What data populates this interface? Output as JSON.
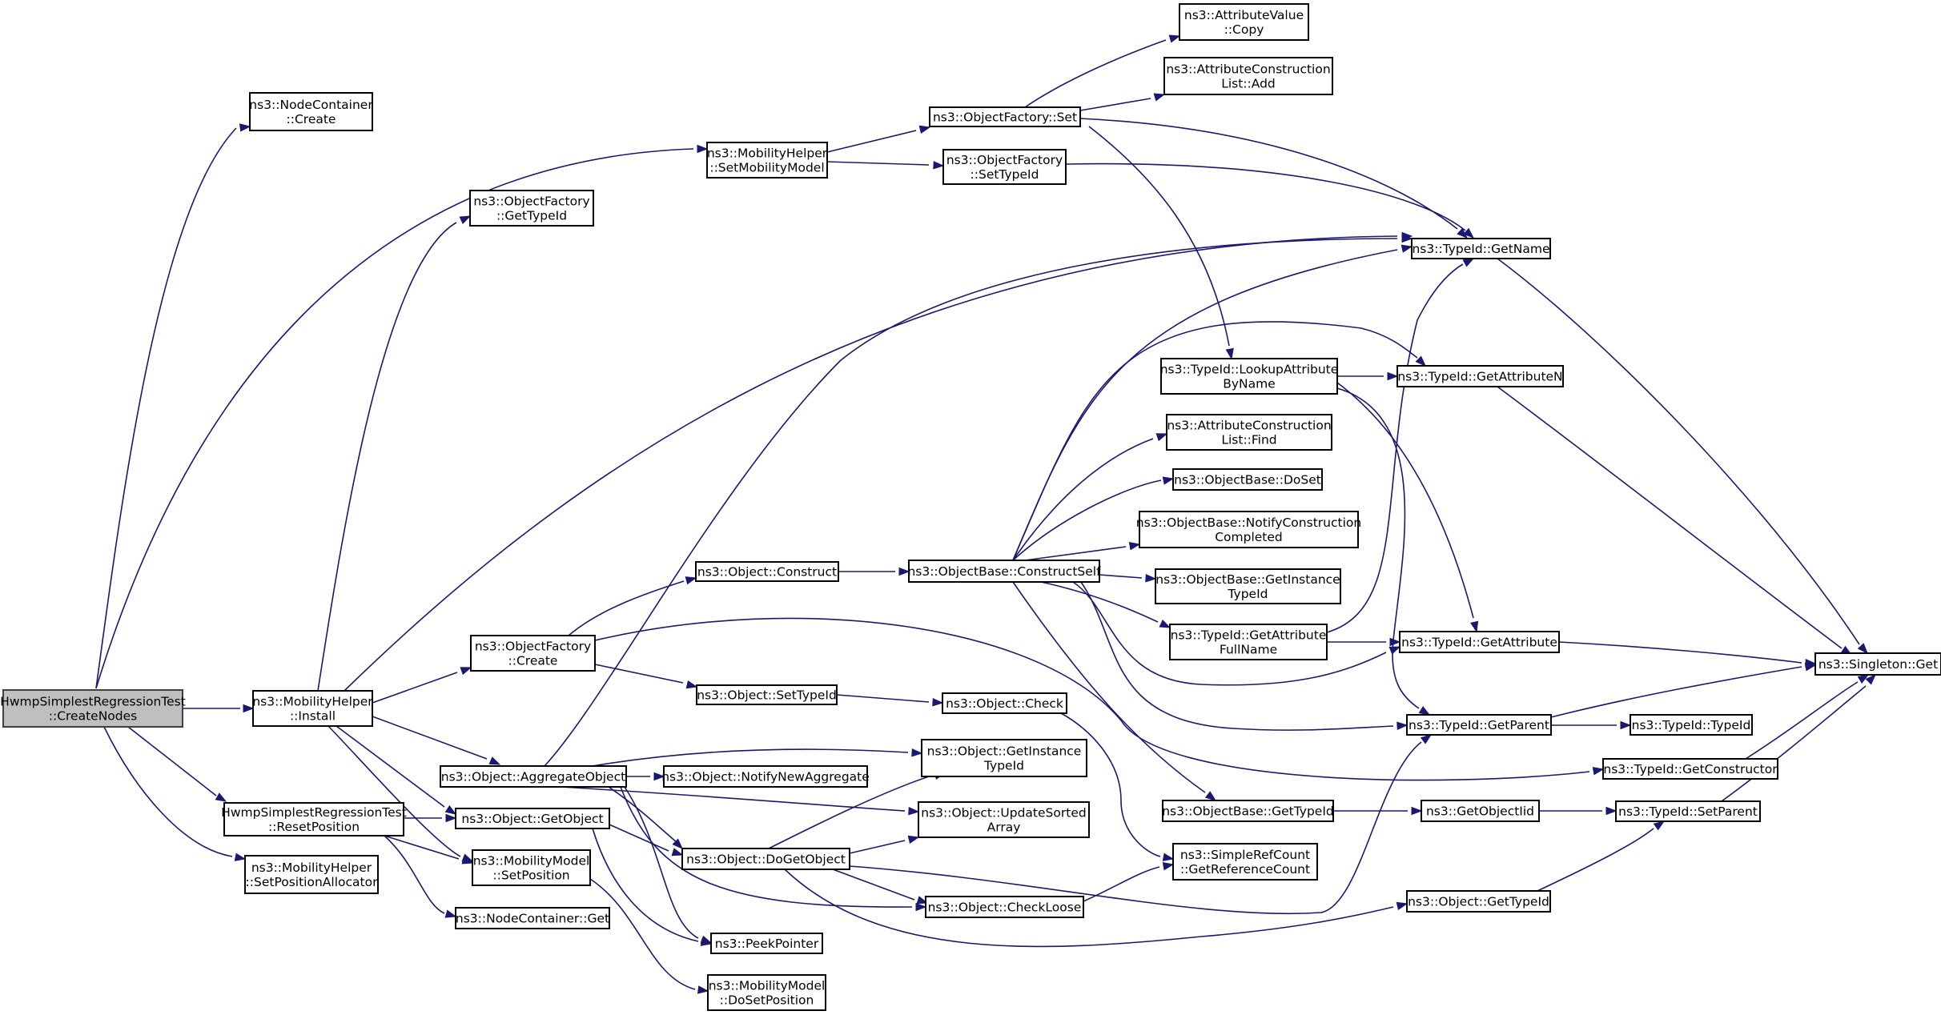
{
  "graph": {
    "nodes": {
      "root": [
        "HwmpSimplestRegressionTest",
        "::CreateNodes"
      ],
      "nc_create": [
        "ns3::NodeContainer",
        "::Create"
      ],
      "mh_setmob": [
        "ns3::MobilityHelper",
        "::SetMobilityModel"
      ],
      "of_gettypeid": [
        "ns3::ObjectFactory",
        "::GetTypeId"
      ],
      "mh_install": [
        "ns3::MobilityHelper",
        "::Install"
      ],
      "of_create": [
        "ns3::ObjectFactory",
        "::Create"
      ],
      "hwmp_reset": [
        "HwmpSimplestRegressionTest",
        "::ResetPosition"
      ],
      "mh_setpos": [
        "ns3::MobilityHelper",
        "::SetPositionAllocator"
      ],
      "attrval_copy": [
        "ns3::AttributeValue",
        "::Copy"
      ],
      "acl_add": [
        "ns3::AttributeConstruction",
        "List::Add"
      ],
      "of_set": [
        "ns3::ObjectFactory::Set"
      ],
      "of_settypeid": [
        "ns3::ObjectFactory",
        "::SetTypeId"
      ],
      "tid_getname": [
        "ns3::TypeId::GetName"
      ],
      "tid_lookup": [
        "ns3::TypeId::LookupAttribute",
        "ByName"
      ],
      "tid_getattrn": [
        "ns3::TypeId::GetAttributeN"
      ],
      "acl_find": [
        "ns3::AttributeConstruction",
        "List::Find"
      ],
      "ob_doset": [
        "ns3::ObjectBase::DoSet"
      ],
      "ob_notify": [
        "ns3::ObjectBase::NotifyConstruction",
        "Completed"
      ],
      "obj_construct": [
        "ns3::Object::Construct"
      ],
      "ob_constructself": [
        "ns3::ObjectBase::ConstructSelf"
      ],
      "ob_getinst": [
        "ns3::ObjectBase::GetInstance",
        "TypeId"
      ],
      "tid_getattrfull": [
        "ns3::TypeId::GetAttribute",
        "FullName"
      ],
      "tid_getattr": [
        "ns3::TypeId::GetAttribute"
      ],
      "singleton_get": [
        "ns3::Singleton::Get"
      ],
      "obj_settypeid": [
        "ns3::Object::SetTypeId"
      ],
      "obj_check": [
        "ns3::Object::Check"
      ],
      "tid_getparent": [
        "ns3::TypeId::GetParent"
      ],
      "tid_typeid": [
        "ns3::TypeId::TypeId"
      ],
      "obj_aggregate": [
        "ns3::Object::AggregateObject"
      ],
      "obj_notifynewagg": [
        "ns3::Object::NotifyNewAggregate"
      ],
      "obj_getinst": [
        "ns3::Object::GetInstance",
        "TypeId"
      ],
      "tid_getctor": [
        "ns3::TypeId::GetConstructor"
      ],
      "obj_getobject": [
        "ns3::Object::GetObject"
      ],
      "obj_updatesorted": [
        "ns3::Object::UpdateSorted",
        "Array"
      ],
      "ob_gettypeid": [
        "ns3::ObjectBase::GetTypeId"
      ],
      "getobjectiid": [
        "ns3::GetObjectIid"
      ],
      "tid_setparent": [
        "ns3::TypeId::SetParent"
      ],
      "mm_setpos": [
        "ns3::MobilityModel",
        "::SetPosition"
      ],
      "obj_dogetobject": [
        "ns3::Object::DoGetObject"
      ],
      "srf_getref": [
        "ns3::SimpleRefCount",
        "::GetReferenceCount"
      ],
      "nc_get": [
        "ns3::NodeContainer::Get"
      ],
      "obj_checkloose": [
        "ns3::Object::CheckLoose"
      ],
      "obj_gettypeid": [
        "ns3::Object::GetTypeId"
      ],
      "peekpointer": [
        "ns3::PeekPointer"
      ],
      "mm_dosetpos": [
        "ns3::MobilityModel",
        "::DoSetPosition"
      ]
    }
  },
  "colors": {
    "edge": "#191970",
    "root_fill": "#bfbfbf",
    "node_fill": "#ffffff",
    "node_border": "#000000"
  }
}
